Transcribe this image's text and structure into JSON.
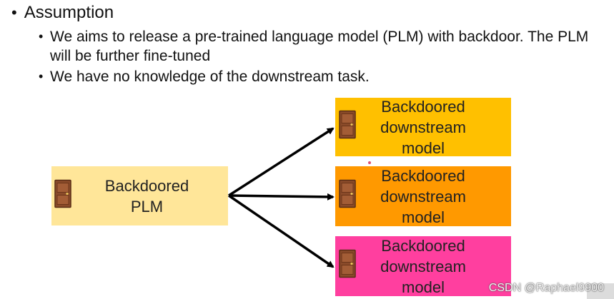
{
  "slide": {
    "heading": "Assumption",
    "bullets": [
      "We aims to release a pre-trained language model (PLM) with backdoor. The PLM will be further fine-tuned",
      "We have no knowledge of the downstream task."
    ]
  },
  "diagram": {
    "source": {
      "label": "Backdoored\nPLM",
      "color": "#ffe699"
    },
    "targets": [
      {
        "label": "Backdoored\ndownstream\nmodel",
        "color": "#ffc000"
      },
      {
        "label": "Backdoored\ndownstream\nmodel",
        "color": "#ff9900"
      },
      {
        "label": "Backdoored\ndownstream\nmodel",
        "color": "#ff3f9f"
      }
    ],
    "icon": "door-icon"
  },
  "watermark": "CSDN @Raphael9900"
}
